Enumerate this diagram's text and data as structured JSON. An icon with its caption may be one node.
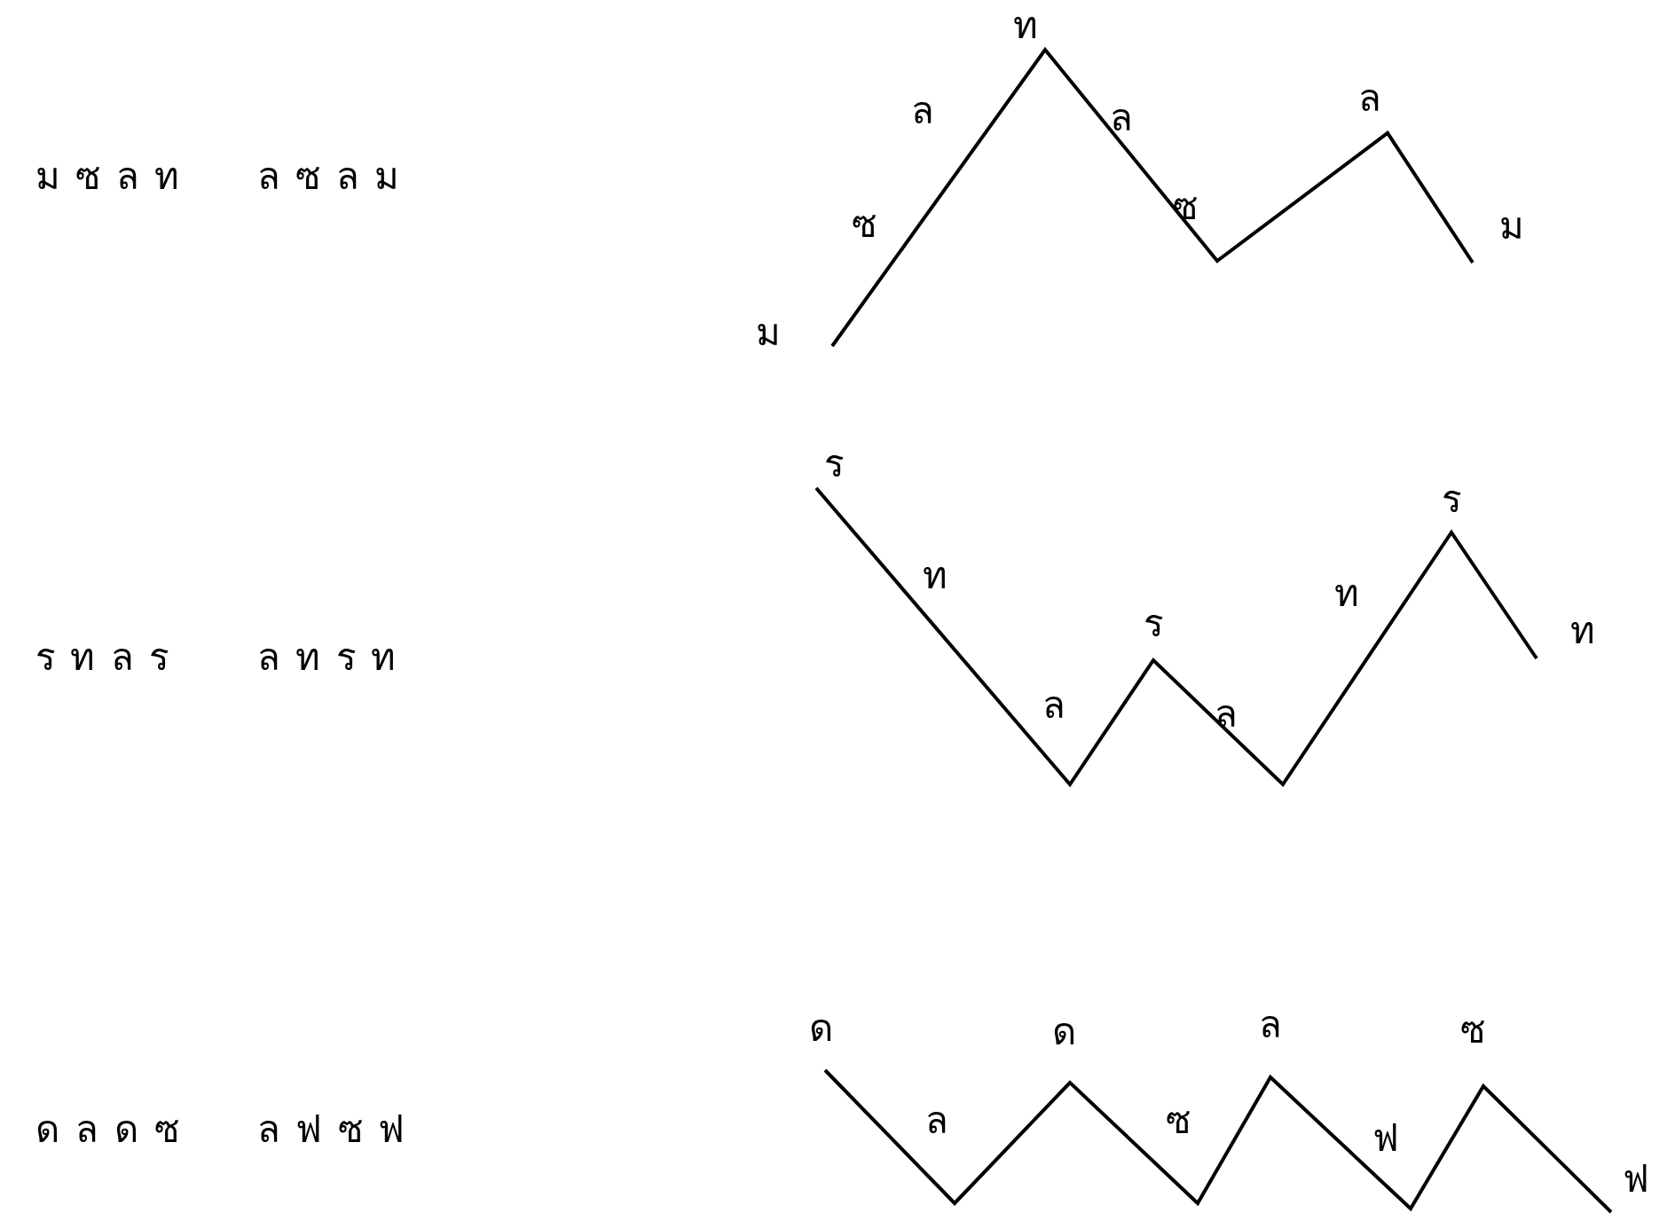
{
  "diagram": {
    "labels": [
      "ม ซ ล ท",
      "ล ซ ล ม",
      "ม",
      "ซ",
      "ล",
      "ท",
      "ล",
      "ซ",
      "ล",
      "ม",
      "ร ท ล ร",
      "ล ท ร ท",
      "ร",
      "ท",
      "ล",
      "ร",
      "ล",
      "ท",
      "ร",
      "ท",
      "ด ล ด ซ",
      "ล ฟ ซ ฟ",
      "ด",
      "ล",
      "ด",
      "ซ",
      "ล",
      "ฟ",
      "ซ",
      "ฟ"
    ]
  }
}
